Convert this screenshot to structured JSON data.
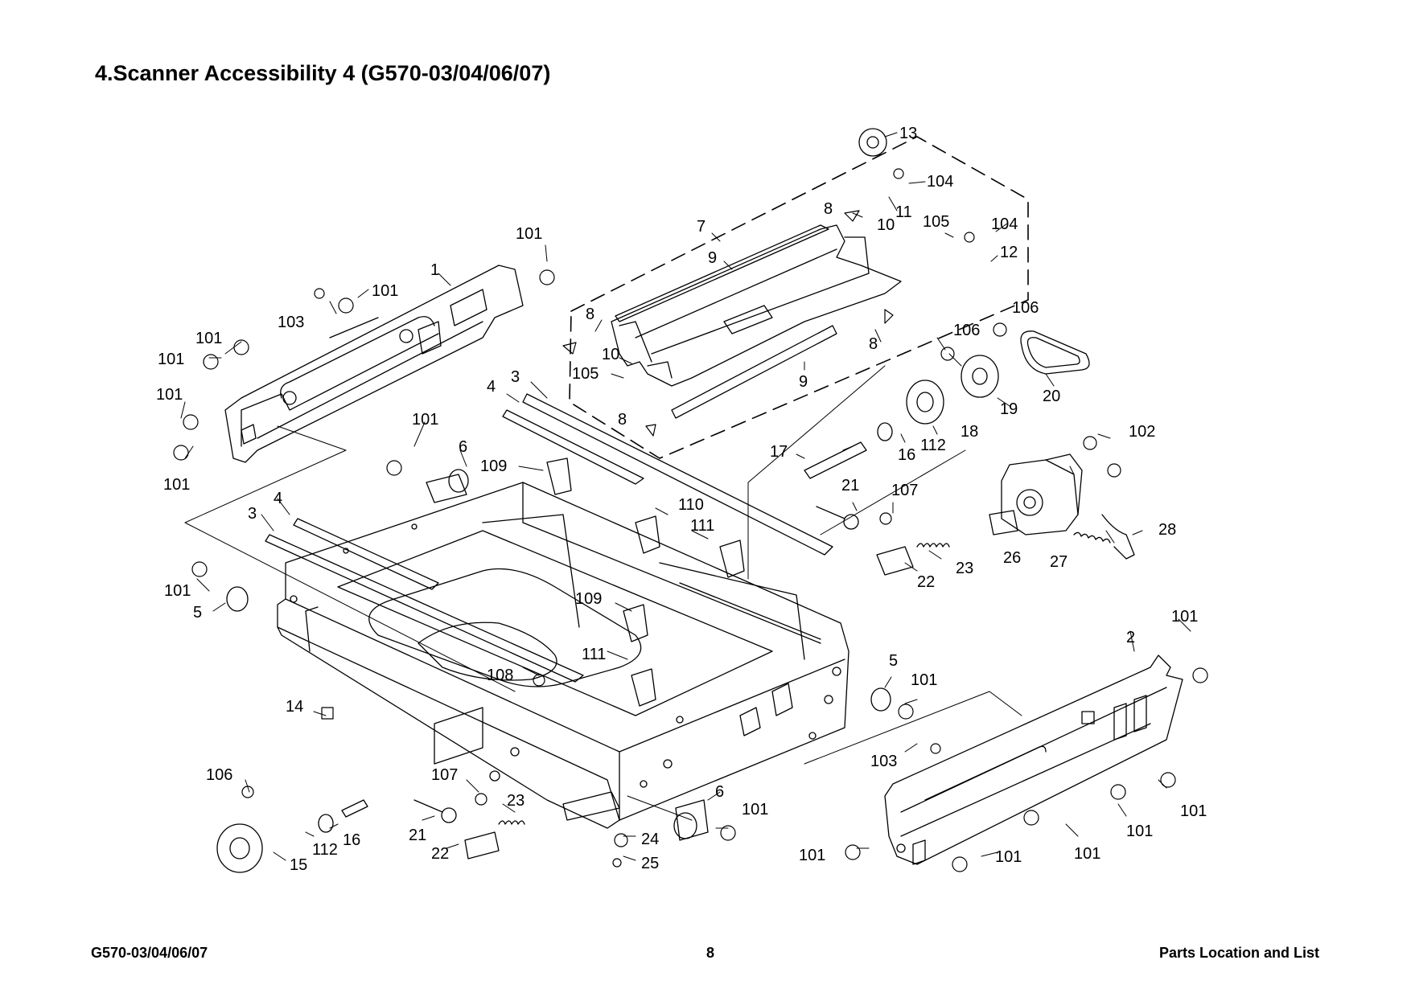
{
  "title": "4.Scanner Accessibility 4 (G570-03/04/06/07)",
  "footer": {
    "model": "G570-03/04/06/07",
    "page": "8",
    "section": "Parts Location and List"
  },
  "callouts": [
    {
      "label": "13"
    },
    {
      "label": "104"
    },
    {
      "label": "11"
    },
    {
      "label": "8"
    },
    {
      "label": "10"
    },
    {
      "label": "105"
    },
    {
      "label": "104"
    },
    {
      "label": "12"
    },
    {
      "label": "7"
    },
    {
      "label": "9"
    },
    {
      "label": "8"
    },
    {
      "label": "10"
    },
    {
      "label": "105"
    },
    {
      "label": "8"
    },
    {
      "label": "9"
    },
    {
      "label": "8"
    },
    {
      "label": "106"
    },
    {
      "label": "106"
    },
    {
      "label": "19"
    },
    {
      "label": "20"
    },
    {
      "label": "18"
    },
    {
      "label": "112"
    },
    {
      "label": "16"
    },
    {
      "label": "17"
    },
    {
      "label": "101"
    },
    {
      "label": "1"
    },
    {
      "label": "101"
    },
    {
      "label": "103"
    },
    {
      "label": "101"
    },
    {
      "label": "101"
    },
    {
      "label": "101"
    },
    {
      "label": "101"
    },
    {
      "label": "3"
    },
    {
      "label": "4"
    },
    {
      "label": "101"
    },
    {
      "label": "6"
    },
    {
      "label": "109"
    },
    {
      "label": "4"
    },
    {
      "label": "3"
    },
    {
      "label": "110"
    },
    {
      "label": "111"
    },
    {
      "label": "21"
    },
    {
      "label": "107"
    },
    {
      "label": "102"
    },
    {
      "label": "26"
    },
    {
      "label": "27"
    },
    {
      "label": "28"
    },
    {
      "label": "23"
    },
    {
      "label": "22"
    },
    {
      "label": "101"
    },
    {
      "label": "5"
    },
    {
      "label": "109"
    },
    {
      "label": "111"
    },
    {
      "label": "108"
    },
    {
      "label": "14"
    },
    {
      "label": "101"
    },
    {
      "label": "2"
    },
    {
      "label": "5"
    },
    {
      "label": "101"
    },
    {
      "label": "103"
    },
    {
      "label": "101"
    },
    {
      "label": "101"
    },
    {
      "label": "101"
    },
    {
      "label": "101"
    },
    {
      "label": "101"
    },
    {
      "label": "106"
    },
    {
      "label": "107"
    },
    {
      "label": "23"
    },
    {
      "label": "21"
    },
    {
      "label": "22"
    },
    {
      "label": "16"
    },
    {
      "label": "112"
    },
    {
      "label": "15"
    },
    {
      "label": "6"
    },
    {
      "label": "101"
    },
    {
      "label": "24"
    },
    {
      "label": "25"
    }
  ]
}
